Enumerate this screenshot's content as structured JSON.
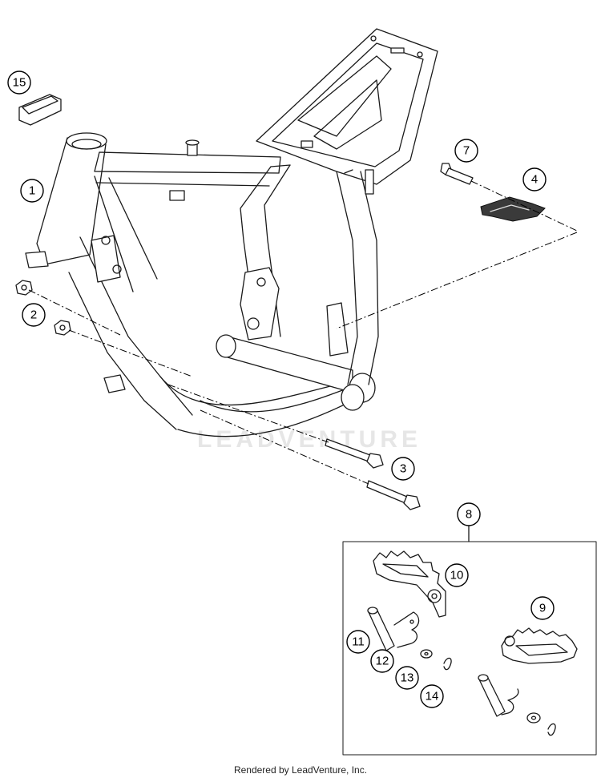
{
  "watermark": "LEADVENTURE",
  "footer": "Rendered by LeadVenture, Inc.",
  "callouts": [
    "1",
    "2",
    "3",
    "4",
    "7",
    "8",
    "9",
    "10",
    "11",
    "12",
    "13",
    "14",
    "15"
  ],
  "colors": {
    "line": "#1a1a1a",
    "background": "#ffffff"
  }
}
